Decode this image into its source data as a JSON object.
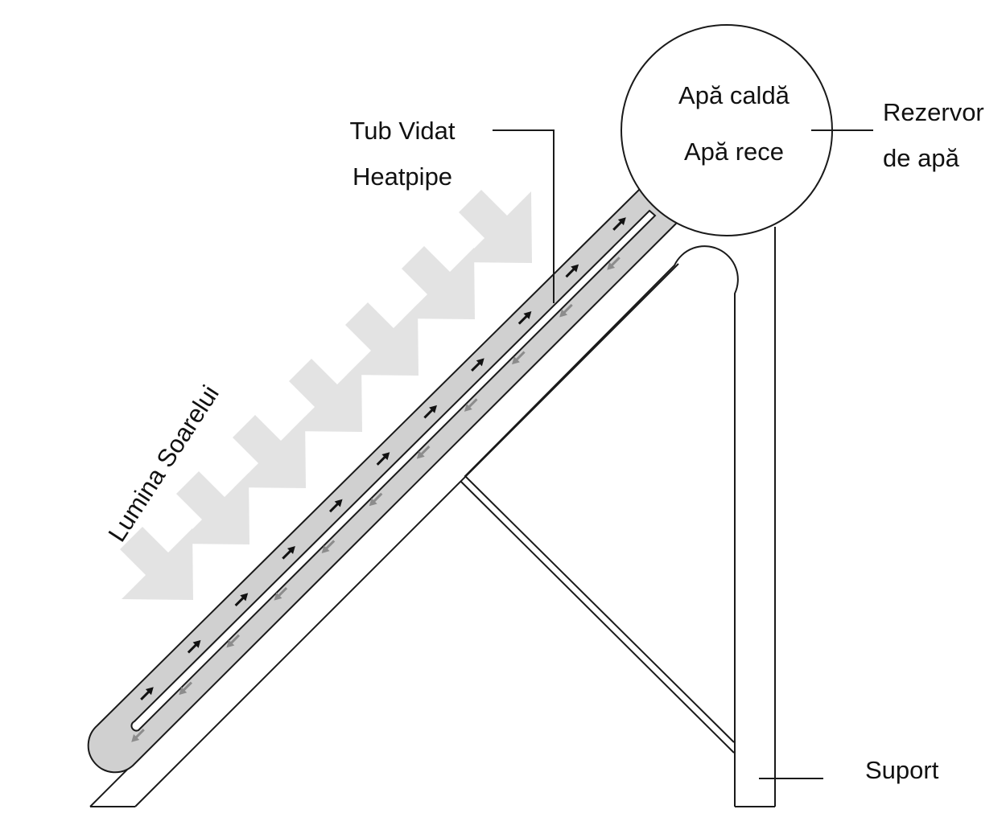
{
  "labels": {
    "tube_line1": "Tub Vidat",
    "tube_line2": "Heatpipe",
    "hot_water": "Apă caldă",
    "cold_water": "Apă rece",
    "tank_line1": "Rezervor",
    "tank_line2": "de apă",
    "sunlight": "Lumina Soarelui",
    "support": "Suport"
  },
  "colors": {
    "outline": "#1a1a1a",
    "tube_fill": "#d0d0d0",
    "sun_arrow": "#e3e3e3",
    "flow_up_arrow": "#111111",
    "flow_down_arrow": "#8c8c8c"
  },
  "icons": {
    "sun_arrows": "diagonal-down-right-arrow",
    "flow_up": "small-up-right-arrow",
    "flow_down": "small-down-left-arrow"
  }
}
